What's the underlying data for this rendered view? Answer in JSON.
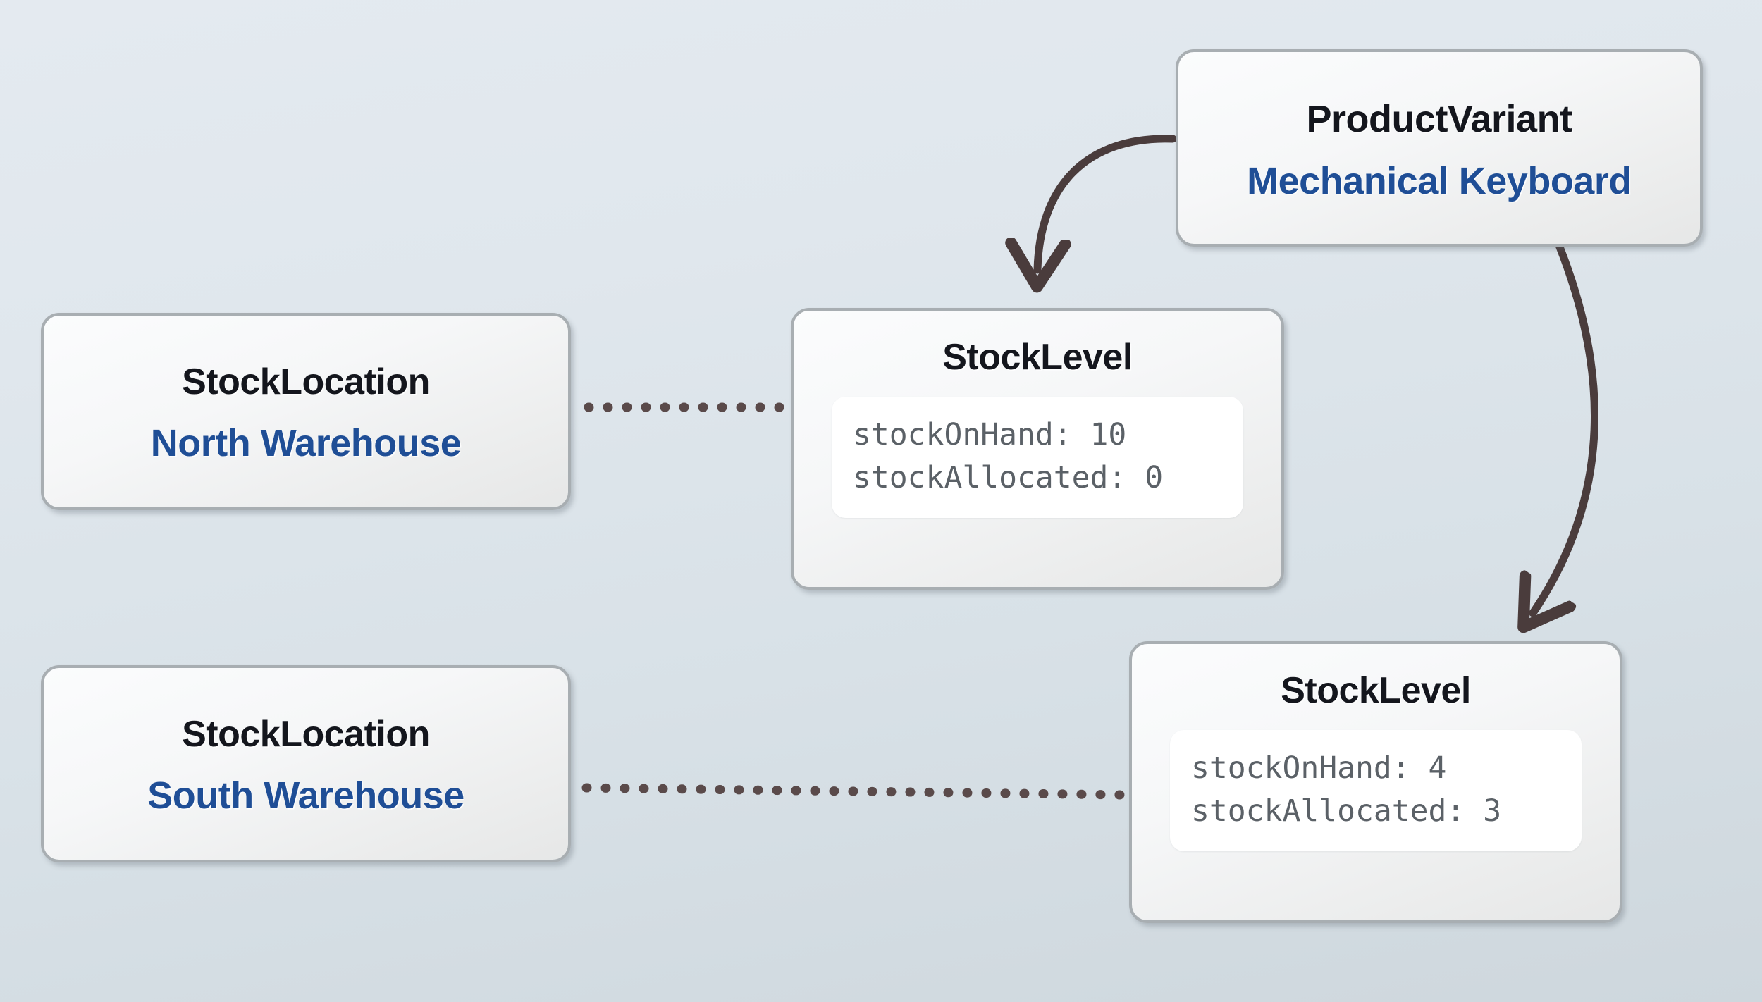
{
  "diagram": {
    "type": "entity-relationship",
    "background_top_color": "#e4eaf0",
    "background_bottom_color": "#ced7dd",
    "node_border_color": "#a8aeb2",
    "title_color": "#14161d",
    "subtitle_color": "#1f4e96",
    "field_text_color": "#5b6167",
    "arrow_color": "#4a3c3c",
    "dotted_edge_color": "#5a4a4a"
  },
  "nodes": {
    "product_variant": {
      "title": "ProductVariant",
      "subtitle": "Mechanical Keyboard"
    },
    "stock_location_north": {
      "title": "StockLocation",
      "subtitle": "North Warehouse"
    },
    "stock_location_south": {
      "title": "StockLocation",
      "subtitle": "South Warehouse"
    },
    "stock_level_north": {
      "title": "StockLevel",
      "fields": [
        "stockOnHand: 10",
        "stockAllocated: 0"
      ]
    },
    "stock_level_south": {
      "title": "StockLevel",
      "fields": [
        "stockOnHand: 4",
        "stockAllocated: 3"
      ]
    }
  },
  "edges": [
    {
      "name": "product-variant-to-stock-level-north",
      "style": "solid-curved-arrow",
      "from": "product_variant",
      "to": "stock_level_north"
    },
    {
      "name": "product-variant-to-stock-level-south",
      "style": "solid-curved-arrow",
      "from": "product_variant",
      "to": "stock_level_south"
    },
    {
      "name": "stock-location-north-to-stock-level-north",
      "style": "dotted",
      "from": "stock_location_north",
      "to": "stock_level_north"
    },
    {
      "name": "stock-location-south-to-stock-level-south",
      "style": "dotted",
      "from": "stock_location_south",
      "to": "stock_level_south"
    }
  ]
}
